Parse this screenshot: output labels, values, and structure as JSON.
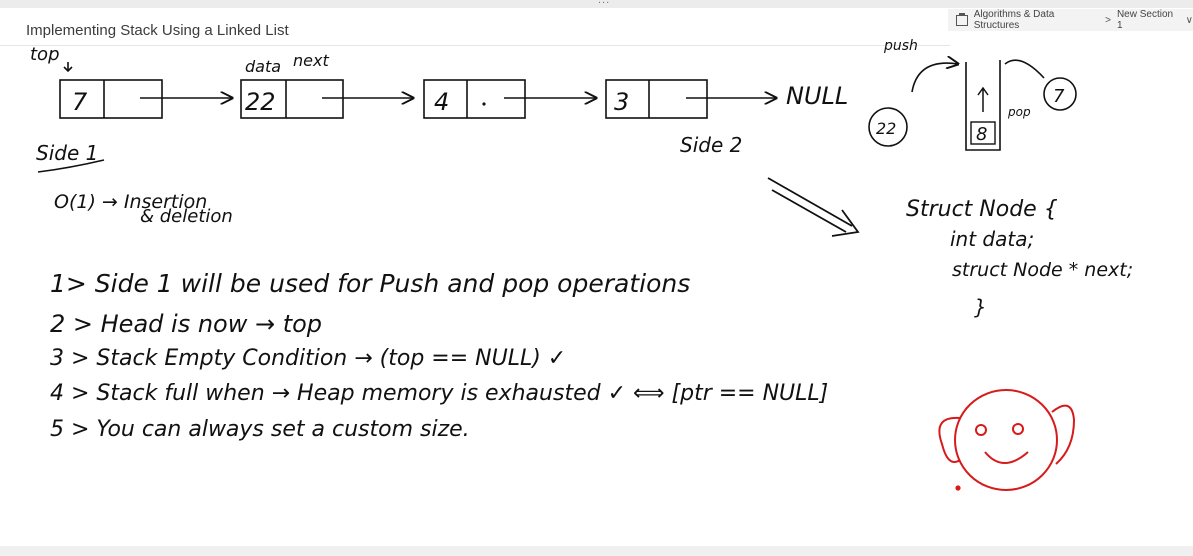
{
  "header": {
    "title": "Implementing Stack Using a Linked List",
    "breadcrumb_path": "Algorithms & Data Structures",
    "breadcrumb_separator": ">",
    "breadcrumb_section": "New Section 1",
    "breadcrumb_icon": "page-icon",
    "breadcrumb_chevron": "chevron-down-icon"
  },
  "topbar": {
    "handle": "..."
  },
  "diagram": {
    "top_label": "top",
    "data_label": "data",
    "next_label": "next",
    "nodes": [
      "7",
      "22",
      "4",
      "3"
    ],
    "null_label": "NULL",
    "side1_label": "Side 1",
    "side2_label": "Side 2",
    "complexity_label": "O(1) → Insertion",
    "complexity_label2": "& deletion"
  },
  "stack_sketch": {
    "push_label": "push",
    "pop_label": "pop",
    "left_item": "22",
    "right_item": "7",
    "stack_value": "8"
  },
  "notes": [
    "1> Side 1 will be used for Push and pop operations",
    "2 > Head is now → top",
    "3 > Stack Empty Condition → (top == NULL) ✓",
    "4 > Stack full when → Heap memory is exhausted ✓ ⟺ [ptr == NULL]",
    "5 > You can always set a custom size."
  ],
  "struct_code": {
    "line1": "Struct Node {",
    "line2": "int data;",
    "line3": "struct Node * next;",
    "line4": "}"
  },
  "colors": {
    "ink": "#111111",
    "face": "#d81a1a",
    "title": "#3c3c3c"
  }
}
